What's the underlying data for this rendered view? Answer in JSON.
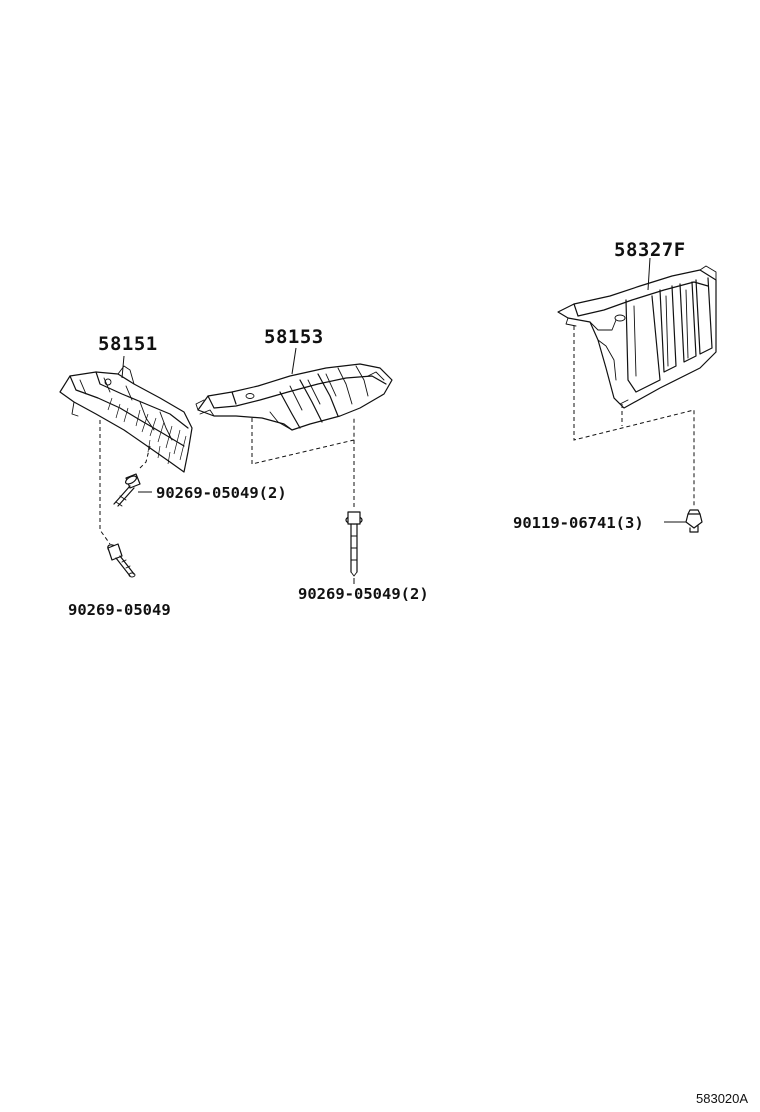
{
  "parts": [
    {
      "number": "58151"
    },
    {
      "number": "58153"
    },
    {
      "number": "58327F"
    }
  ],
  "fasteners": [
    {
      "label": "90269-05049(2)"
    },
    {
      "label": "90269-05049"
    },
    {
      "label": "90269-05049(2)"
    },
    {
      "label": "90119-06741(3)"
    }
  ],
  "drawing_code": "583020A"
}
